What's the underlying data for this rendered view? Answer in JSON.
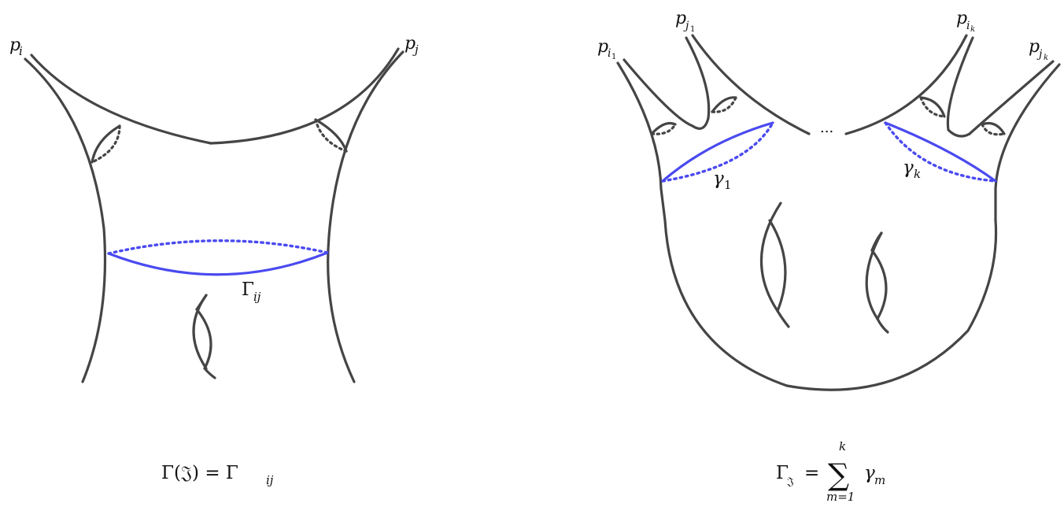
{
  "left_figure": {
    "puncture_left": {
      "main": "p",
      "sub": "i"
    },
    "puncture_right": {
      "main": "p",
      "sub": "j"
    },
    "cycle_label": {
      "main": "Γ",
      "sub": "ij"
    },
    "caption": {
      "lhs": "Γ(𝔍) = Γ",
      "sub": "ij"
    }
  },
  "right_figure": {
    "punctures": [
      {
        "main": "p",
        "sub": "i",
        "subsub": "1"
      },
      {
        "main": "p",
        "sub": "j",
        "subsub": "1"
      },
      {
        "main": "p",
        "sub": "i",
        "subsub": "k"
      },
      {
        "main": "p",
        "sub": "j",
        "subsub": "k"
      }
    ],
    "ellipsis": "...",
    "cycle_labels": [
      {
        "main": "γ",
        "sub": "1"
      },
      {
        "main": "γ",
        "sub": "k"
      }
    ],
    "caption": {
      "lhs": "Γ",
      "lhs_sub": "𝔍",
      "equals": "=",
      "sum_symbol": "∑",
      "upper": "k",
      "lower": "m=1",
      "term": "γ",
      "term_sub": "m"
    }
  },
  "colors": {
    "curve": "#454545",
    "cycle": "#4a4af0"
  }
}
